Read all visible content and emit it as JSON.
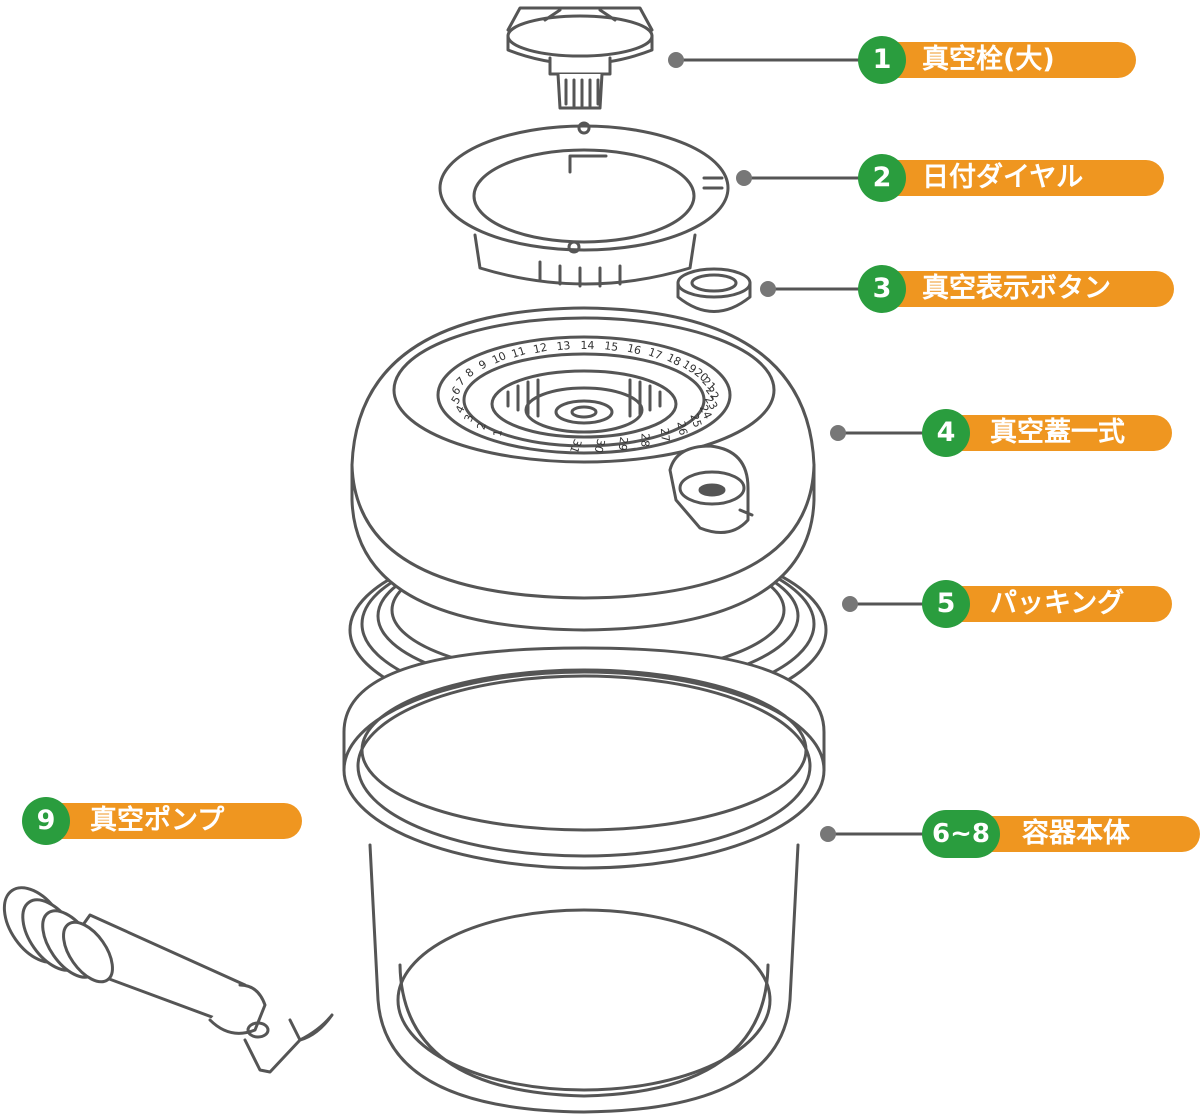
{
  "colors": {
    "accent": "#ef9620",
    "badge": "#2a9d3e",
    "line": "#555555",
    "dot": "#777777"
  },
  "labels": [
    {
      "num": "1",
      "text": "真空栓(大)"
    },
    {
      "num": "2",
      "text": "日付ダイヤル"
    },
    {
      "num": "3",
      "text": "真空表示ボタン"
    },
    {
      "num": "4",
      "text": "真空蓋一式"
    },
    {
      "num": "5",
      "text": "パッキング"
    },
    {
      "num": "6~8",
      "text": "容器本体"
    },
    {
      "num": "9",
      "text": "真空ポンプ"
    }
  ],
  "dial_numbers": [
    "1",
    "2",
    "3",
    "4",
    "5",
    "6",
    "7",
    "8",
    "9",
    "10",
    "11",
    "12",
    "13",
    "14",
    "15",
    "16",
    "17",
    "18",
    "19",
    "20",
    "21",
    "22",
    "23",
    "24",
    "25",
    "26",
    "27",
    "28",
    "29",
    "30",
    "31"
  ]
}
